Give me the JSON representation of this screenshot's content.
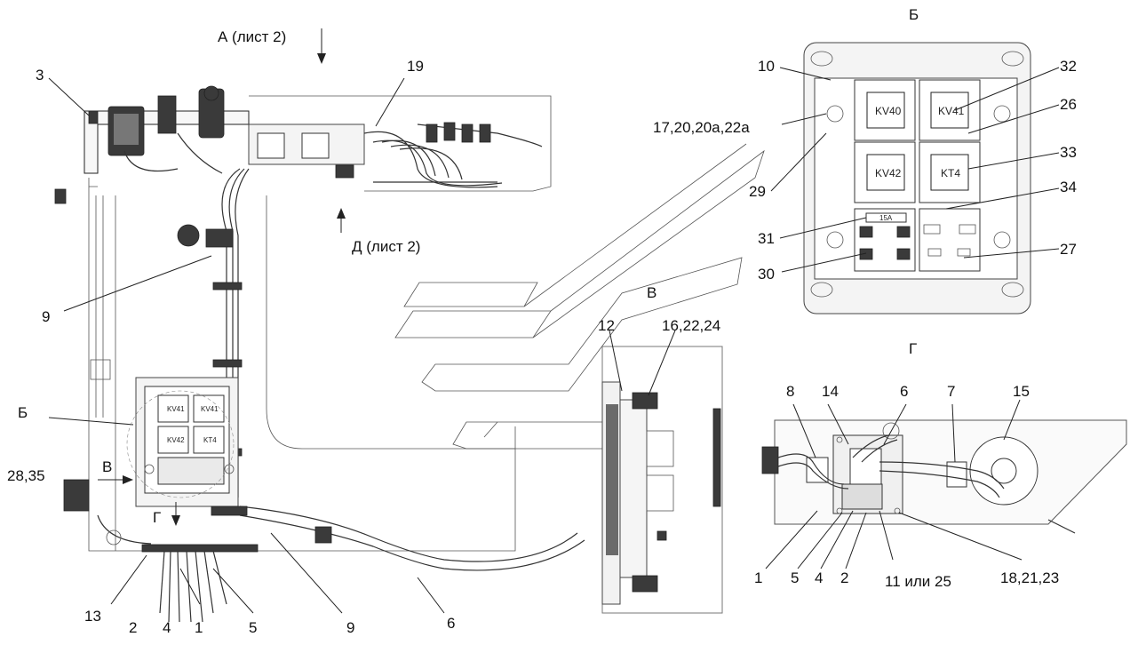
{
  "views": {
    "a_arrow": "А (лист 2)",
    "d_arrow": "Д (лист 2)",
    "b_title": "Б",
    "v_title": "В",
    "g_title": "Г",
    "b_marker": "Б",
    "v_marker": "В",
    "g_marker": "Г"
  },
  "relays": {
    "kv40": "KV40",
    "kv41": "KV41",
    "kv42": "KV42",
    "kt4": "KT4",
    "small_kv41": "KV41",
    "small_kv41b": "KV41",
    "small_kv42": "KV42",
    "small_kt4": "KT4",
    "fuse_label": "15А"
  },
  "callouts": {
    "c3": "3",
    "c19": "19",
    "c9a": "9",
    "c9b": "9",
    "c28_35": "28,35",
    "c13": "13",
    "c2a": "2",
    "c4a": "4",
    "c1a": "1",
    "c5a": "5",
    "c6a": "6",
    "c10": "10",
    "c32": "32",
    "c17": "17,20,20а,22а",
    "c26": "26",
    "c33": "33",
    "c29": "29",
    "c34": "34",
    "c31": "31",
    "c30": "30",
    "c27": "27",
    "c12": "12",
    "c16": "16,22,24",
    "c8": "8",
    "c14": "14",
    "c6b": "6",
    "c7": "7",
    "c15": "15",
    "c1b": "1",
    "c5b": "5",
    "c4b": "4",
    "c2b": "2",
    "c11": "11 или 25",
    "c18": "18,21,23"
  }
}
